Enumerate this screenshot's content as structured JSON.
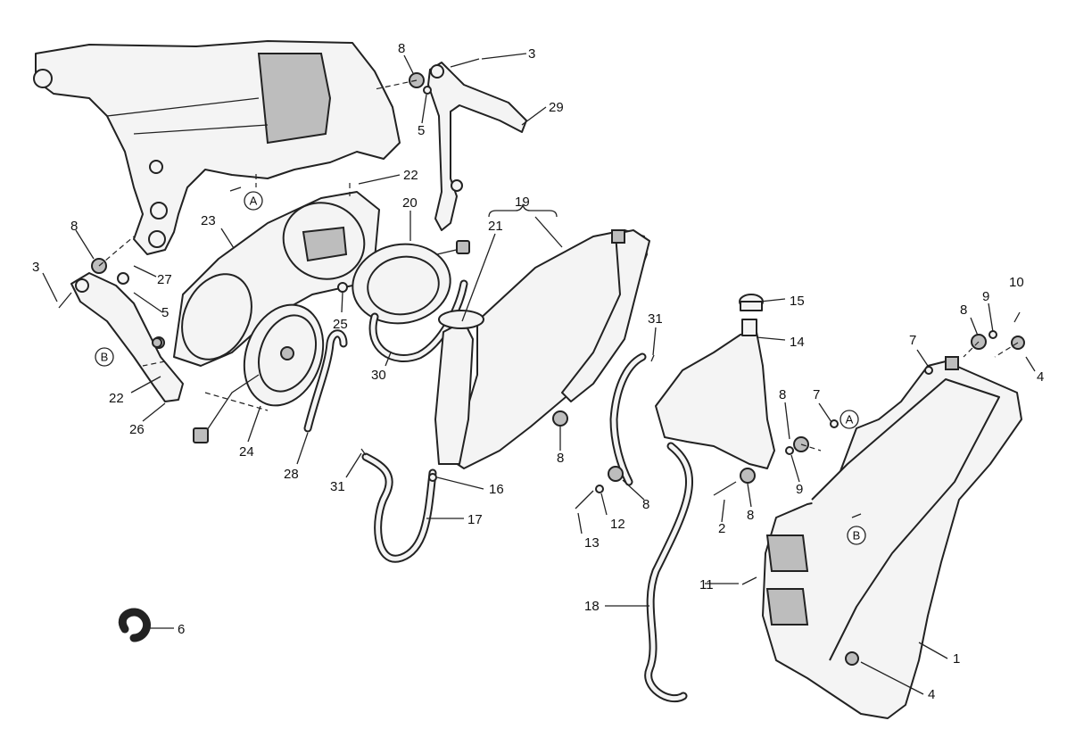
{
  "callouts": {
    "c1": "1",
    "c2": "2",
    "c3a": "3",
    "c3b": "3",
    "c4a": "4",
    "c4b": "4",
    "c5a": "5",
    "c5b": "5",
    "c6": "6",
    "c7a": "7",
    "c7b": "7",
    "c8a": "8",
    "c8b": "8",
    "c8c": "8",
    "c8d": "8",
    "c8e": "8",
    "c8f": "8",
    "c8g": "8",
    "c9a": "9",
    "c9b": "9",
    "c10": "10",
    "c11": "11",
    "c12": "12",
    "c13": "13",
    "c14": "14",
    "c15": "15",
    "c16": "16",
    "c17": "17",
    "c18": "18",
    "c19": "19",
    "c20": "20",
    "c21": "21",
    "c22a": "22",
    "c22b": "22",
    "c23": "23",
    "c24": "24",
    "c25": "25",
    "c26": "26",
    "c27": "27",
    "c28": "28",
    "c29": "29",
    "c30": "30",
    "c31a": "31",
    "c31b": "31"
  },
  "refs": {
    "a1": "A",
    "a2": "A",
    "b1": "B",
    "b2": "B"
  }
}
